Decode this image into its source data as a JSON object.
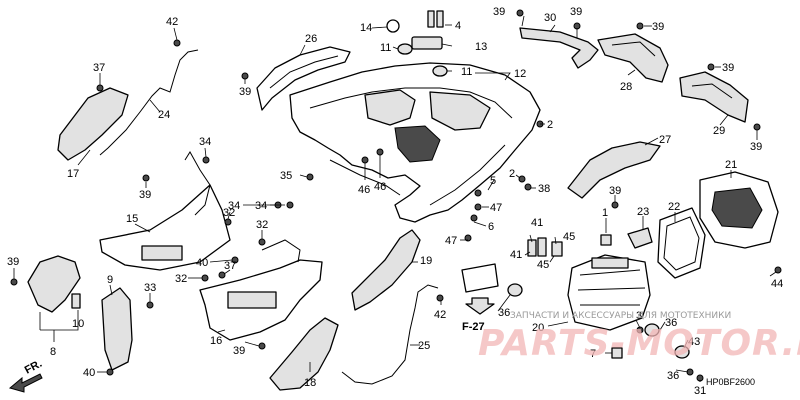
{
  "diagram": {
    "drawing_code": "HP0BF2600",
    "front_label": "FR.",
    "section_ref": "F-27",
    "watermark": {
      "tagline": "ЗАПЧАСТИ И АКСЕССУАРЫ ДЛЯ МОТОТЕХНИКИ",
      "logo": "PARTS-MOTOR.RU"
    },
    "callouts": [
      {
        "id": "c42a",
        "label": "42"
      },
      {
        "id": "c37a",
        "label": "37"
      },
      {
        "id": "c17",
        "label": "17"
      },
      {
        "id": "c24",
        "label": "24"
      },
      {
        "id": "c34a",
        "label": "34"
      },
      {
        "id": "c39a",
        "label": "39"
      },
      {
        "id": "c15",
        "label": "15"
      },
      {
        "id": "c34b",
        "label": "34"
      },
      {
        "id": "c32a",
        "label": "32"
      },
      {
        "id": "c32b",
        "label": "32"
      },
      {
        "id": "c40a",
        "label": "40"
      },
      {
        "id": "c37b",
        "label": "37"
      },
      {
        "id": "c32c",
        "label": "32"
      },
      {
        "id": "c39b",
        "label": "39"
      },
      {
        "id": "c10",
        "label": "10"
      },
      {
        "id": "c8",
        "label": "8"
      },
      {
        "id": "c9",
        "label": "9"
      },
      {
        "id": "c33",
        "label": "33"
      },
      {
        "id": "c40b",
        "label": "40"
      },
      {
        "id": "c16",
        "label": "16"
      },
      {
        "id": "c39c",
        "label": "39"
      },
      {
        "id": "c26",
        "label": "26"
      },
      {
        "id": "c39d",
        "label": "39"
      },
      {
        "id": "c14",
        "label": "14"
      },
      {
        "id": "c11a",
        "label": "11"
      },
      {
        "id": "c4",
        "label": "4"
      },
      {
        "id": "c13",
        "label": "13"
      },
      {
        "id": "c11b",
        "label": "11"
      },
      {
        "id": "c12",
        "label": "12"
      },
      {
        "id": "c39e",
        "label": "39"
      },
      {
        "id": "c30",
        "label": "30"
      },
      {
        "id": "c39f",
        "label": "39"
      },
      {
        "id": "c39g",
        "label": "39"
      },
      {
        "id": "c28",
        "label": "28"
      },
      {
        "id": "c39h",
        "label": "39"
      },
      {
        "id": "c29",
        "label": "29"
      },
      {
        "id": "c39i",
        "label": "39"
      },
      {
        "id": "c2a",
        "label": "2"
      },
      {
        "id": "c27",
        "label": "27"
      },
      {
        "id": "c35",
        "label": "35"
      },
      {
        "id": "c46a",
        "label": "46"
      },
      {
        "id": "c46b",
        "label": "46"
      },
      {
        "id": "c5",
        "label": "5"
      },
      {
        "id": "c2b",
        "label": "2"
      },
      {
        "id": "c38",
        "label": "38"
      },
      {
        "id": "c39j",
        "label": "39"
      },
      {
        "id": "c21",
        "label": "21"
      },
      {
        "id": "c47a",
        "label": "47"
      },
      {
        "id": "c6",
        "label": "6"
      },
      {
        "id": "c47b",
        "label": "47"
      },
      {
        "id": "c1",
        "label": "1"
      },
      {
        "id": "c22",
        "label": "22"
      },
      {
        "id": "c23",
        "label": "23"
      },
      {
        "id": "c41a",
        "label": "41"
      },
      {
        "id": "c41b",
        "label": "41"
      },
      {
        "id": "c45a",
        "label": "45"
      },
      {
        "id": "c45b",
        "label": "45"
      },
      {
        "id": "c44",
        "label": "44"
      },
      {
        "id": "c19",
        "label": "19"
      },
      {
        "id": "c42b",
        "label": "42"
      },
      {
        "id": "c36a",
        "label": "36"
      },
      {
        "id": "c20",
        "label": "20"
      },
      {
        "id": "c3",
        "label": "3"
      },
      {
        "id": "c36b",
        "label": "36"
      },
      {
        "id": "c43",
        "label": "43"
      },
      {
        "id": "c7",
        "label": "7"
      },
      {
        "id": "c36c",
        "label": "36"
      },
      {
        "id": "c31",
        "label": "31"
      },
      {
        "id": "c25",
        "label": "25"
      },
      {
        "id": "c18",
        "label": "18"
      },
      {
        "id": "c34c",
        "label": "34"
      }
    ]
  }
}
